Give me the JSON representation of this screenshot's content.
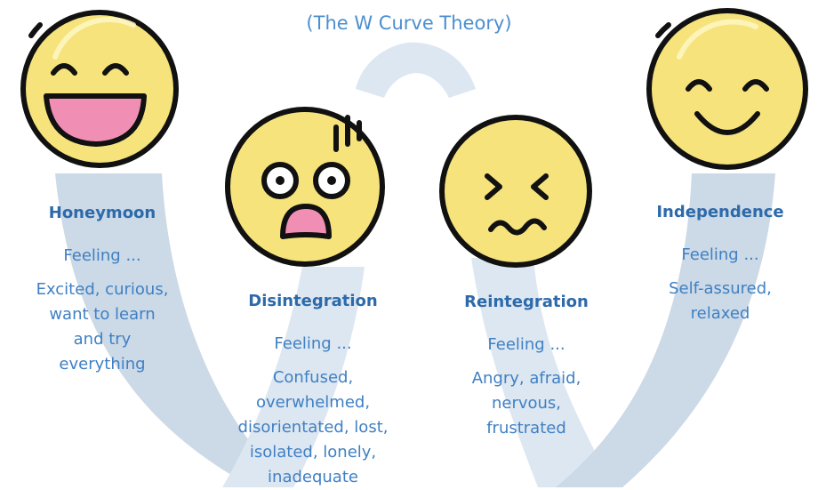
{
  "subtitle": "(The W Curve Theory)",
  "colors": {
    "curve": "#ccd9e6",
    "curve_light": "#dde7f1",
    "face_fill": "#f6e37c",
    "face_outline": "#111111",
    "mouth": "#f08fb3",
    "text": "#3f80c4",
    "title": "#2d6aaa"
  },
  "stages": [
    {
      "title": "Honeymoon",
      "feeling_label": "Feeling ...",
      "feeling_lines": [
        "Excited, curious,",
        "want to learn",
        "and try",
        "everything"
      ],
      "icon": "laughing-face-icon"
    },
    {
      "title": "Disintegration",
      "feeling_label": "Feeling ...",
      "feeling_lines": [
        "Confused,",
        "overwhelmed,",
        "disorientated, lost,",
        "isolated, lonely,",
        "inadequate"
      ],
      "icon": "shocked-face-icon"
    },
    {
      "title": "Reintegration",
      "feeling_label": "Feeling ...",
      "feeling_lines": [
        "Angry, afraid,",
        "nervous,",
        "frustrated"
      ],
      "icon": "distressed-face-icon"
    },
    {
      "title": "Independence",
      "feeling_label": "Feeling ...",
      "feeling_lines": [
        "Self-assured,",
        "relaxed"
      ],
      "icon": "smiling-face-icon"
    }
  ]
}
